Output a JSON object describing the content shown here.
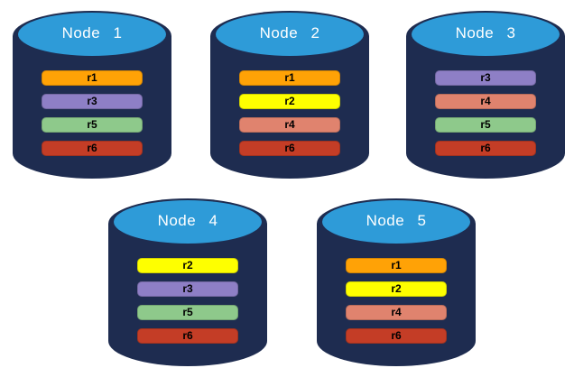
{
  "canvas": {
    "background": "#ffffff"
  },
  "colors": {
    "cylinder_body": "#1E2C50",
    "cylinder_top": "#2E9BD8",
    "title_text": "#FFFFFF",
    "bar_text": "#000000"
  },
  "replica_colors": {
    "r1": "#FFA206",
    "r2": "#FEFF00",
    "r3": "#8E7FC6",
    "r4": "#E0836E",
    "r5": "#8EC98B",
    "r6": "#C43D26"
  },
  "nodes": [
    {
      "title": "Node 1",
      "replicas": [
        {
          "label": "r1",
          "color": "#FFA206"
        },
        {
          "label": "r3",
          "color": "#8E7FC6"
        },
        {
          "label": "r5",
          "color": "#8EC98B"
        },
        {
          "label": "r6",
          "color": "#C43D26"
        }
      ]
    },
    {
      "title": "Node 2",
      "replicas": [
        {
          "label": "r1",
          "color": "#FFA206"
        },
        {
          "label": "r2",
          "color": "#FEFF00"
        },
        {
          "label": "r4",
          "color": "#E0836E"
        },
        {
          "label": "r6",
          "color": "#C43D26"
        }
      ]
    },
    {
      "title": "Node 3",
      "replicas": [
        {
          "label": "r3",
          "color": "#8E7FC6"
        },
        {
          "label": "r4",
          "color": "#E0836E"
        },
        {
          "label": "r5",
          "color": "#8EC98B"
        },
        {
          "label": "r6",
          "color": "#C43D26"
        }
      ]
    },
    {
      "title": "Node 4",
      "replicas": [
        {
          "label": "r2",
          "color": "#FEFF00"
        },
        {
          "label": "r3",
          "color": "#8E7FC6"
        },
        {
          "label": "r5",
          "color": "#8EC98B"
        },
        {
          "label": "r6",
          "color": "#C43D26"
        }
      ]
    },
    {
      "title": "Node 5",
      "replicas": [
        {
          "label": "r1",
          "color": "#FFA206"
        },
        {
          "label": "r2",
          "color": "#FEFF00"
        },
        {
          "label": "r4",
          "color": "#E0836E"
        },
        {
          "label": "r6",
          "color": "#C43D26"
        }
      ]
    }
  ]
}
